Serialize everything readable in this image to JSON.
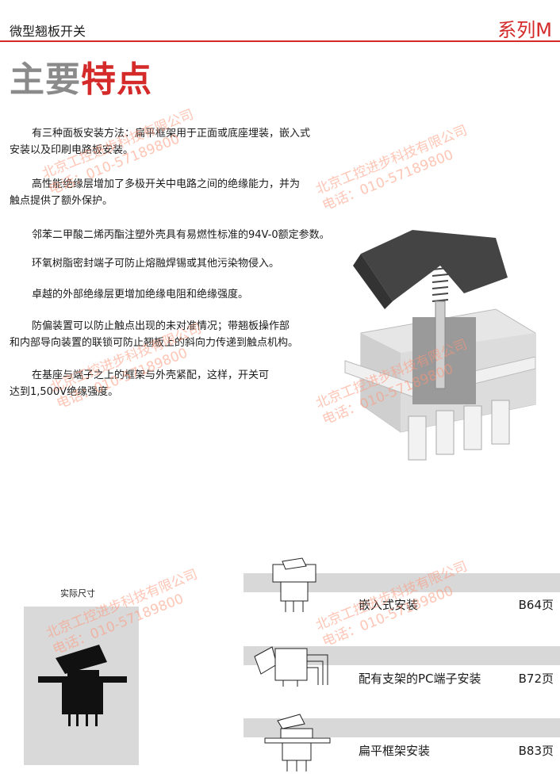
{
  "header": {
    "left_title": "微型翘板开关",
    "right_title": "系列M"
  },
  "title": {
    "gray": "主要",
    "red": "特点"
  },
  "features": [
    {
      "line1": "有三种面板安装方法：扁平框架用于正面或底座埋装，嵌入式",
      "line2": "安装以及印刷电路板安装。"
    },
    {
      "line1": "高性能绝缘层增加了多极开关中电路之间的绝缘能力，并为",
      "line2": "触点提供了额外保护。"
    },
    {
      "line1": "邻苯二甲酸二烯丙酯注塑外壳具有易燃性标准的94V-0额定参数。",
      "line2": ""
    },
    {
      "line1": "环氧树脂密封端子可防止熔融焊锡或其他污染物侵入。",
      "line2": ""
    },
    {
      "line1": "卓越的外部绝缘层更增加绝缘电阻和绝缘强度。",
      "line2": ""
    },
    {
      "line1": "防偏装置可以防止触点出现的未对准情况；带翘板操作部",
      "line2": "和内部导向装置的联锁可防止翘板上的斜向力传递到触点机构。"
    },
    {
      "line1": "在基座与端子之上的框架与外壳紧配，这样，开关可",
      "line2": "达到1,500V绝缘强度。"
    }
  ],
  "actual_size": {
    "label": "实际尺寸"
  },
  "mounting": [
    {
      "label": "嵌入式安装",
      "page": "B64页"
    },
    {
      "label": "配有支架的PC端子安装",
      "page": "B72页"
    },
    {
      "label": "扁平框架安装",
      "page": "B83页"
    }
  ],
  "watermark": {
    "company": "北京工控进步科技有限公司",
    "phone": "电话：010-57189800"
  }
}
